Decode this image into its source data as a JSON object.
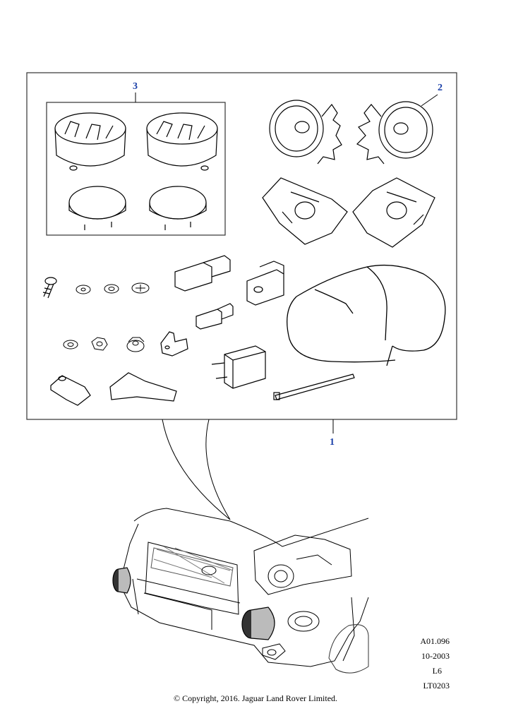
{
  "callouts": {
    "c1": "1",
    "c2": "2",
    "c3": "3"
  },
  "reference": {
    "illustration": "A01.096",
    "date": "10-2003",
    "level": "L6",
    "code": "LT0203"
  },
  "copyright": "© Copyright, 2016. Jaguar Land Rover Limited.",
  "colors": {
    "line": "#000000",
    "callout": "#1a3fa8",
    "lamp_dark": "#333333"
  }
}
